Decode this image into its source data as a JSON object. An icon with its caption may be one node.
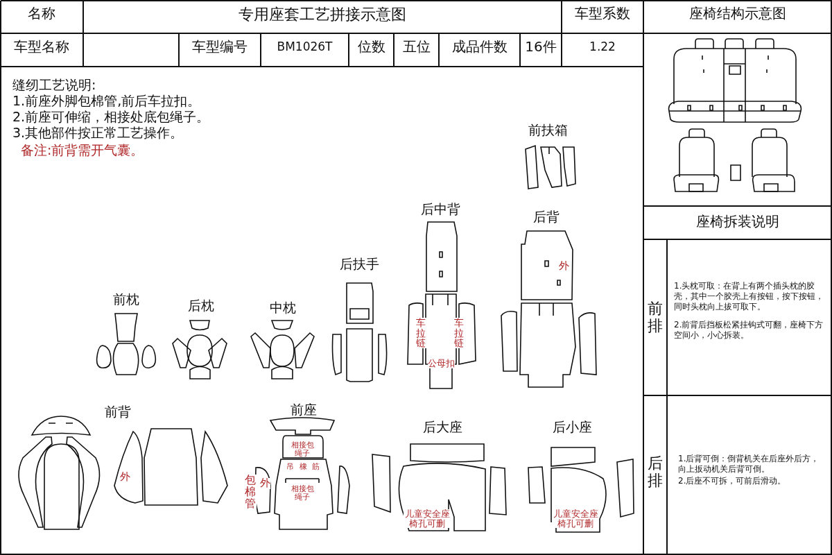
{
  "diagram": {
    "title": "专用座套工艺拼接示意图",
    "labels": [
      "名称",
      "车型系数",
      "座椅结构示意图",
      "车型名称",
      "车型编号",
      "BM1026T",
      "位数",
      "五位",
      "成品件数",
      "16件",
      "1.22",
      "缝纫工艺说明:",
      "1.前座外脚包棉管,前后车拉扣。",
      "2.前座可伸缩，相接处底包绳子。",
      "3.其他部件按正常工艺操作。",
      "备注:前背需开气囊。",
      "前扶箱",
      "座椅拆装说明",
      "后中背",
      "后背",
      "外",
      "后扶手",
      "前枕",
      "后枕",
      "中枕",
      "车拉链",
      "车拉链",
      "公母扣",
      "前排",
      "1.头枕可取：在背上有两个插头枕的胶壳，其中一个胶壳上有按钮，按下按钮，同时头枕向上拔可取下。",
      "2.前背后挡板松紧挂钩式可翻，座椅下方空间小，小心拆装。",
      "前背",
      "前座",
      "后大座",
      "后小座",
      "外",
      "相接包绳子",
      "吊橡筋",
      "相接包绳子",
      "包棉管",
      "外",
      "儿童安全座椅孔可删",
      "儿童安全座椅孔可删",
      "后排",
      "1.后背可倒：倒背机关在后座外后方，向上扳动机关后背可倒。",
      "2.后座不可拆，可前后滑动。"
    ]
  }
}
